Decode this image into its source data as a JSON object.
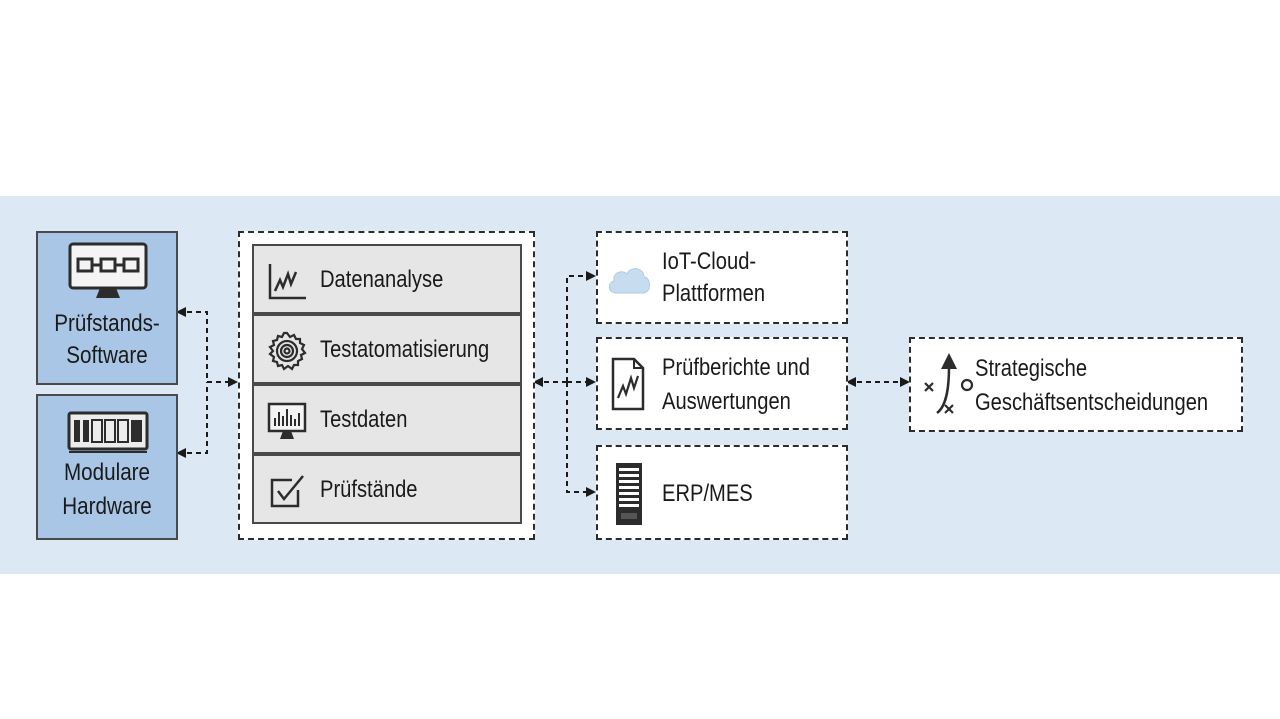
{
  "nodes": {
    "pruefstands_software": {
      "line1": "Prüfstands-",
      "line2": "Software",
      "icon": "monitor-network-icon"
    },
    "modulare_hardware": {
      "line1": "Modulare",
      "line2": "Hardware",
      "icon": "hardware-chassis-icon"
    },
    "stack": [
      {
        "label": "Datenanalyse",
        "icon": "line-chart-icon"
      },
      {
        "label": "Testatomatisierung",
        "icon": "gear-icon"
      },
      {
        "label": "Testdaten",
        "icon": "monitor-bars-icon"
      },
      {
        "label": "Prüfstände",
        "icon": "checkbox-icon"
      }
    ],
    "iot_cloud": {
      "line1": "IoT-Cloud-",
      "line2": "Plattformen",
      "icon": "cloud-icon"
    },
    "pruefberichte": {
      "line1": "Prüfberichte und",
      "line2": "Auswertungen",
      "icon": "report-document-icon"
    },
    "erp_mes": {
      "label": "ERP/MES",
      "icon": "server-rack-icon"
    },
    "strategische": {
      "line1": "Strategische",
      "line2": "Geschäftsentscheidungen",
      "icon": "strategy-play-icon"
    }
  },
  "colors": {
    "band": "#dce9f4",
    "blue_box": "#a9c6e6",
    "stack_row": "#e6e6e6",
    "line": "#2c2c2c",
    "cloud": "#c7dcef"
  }
}
